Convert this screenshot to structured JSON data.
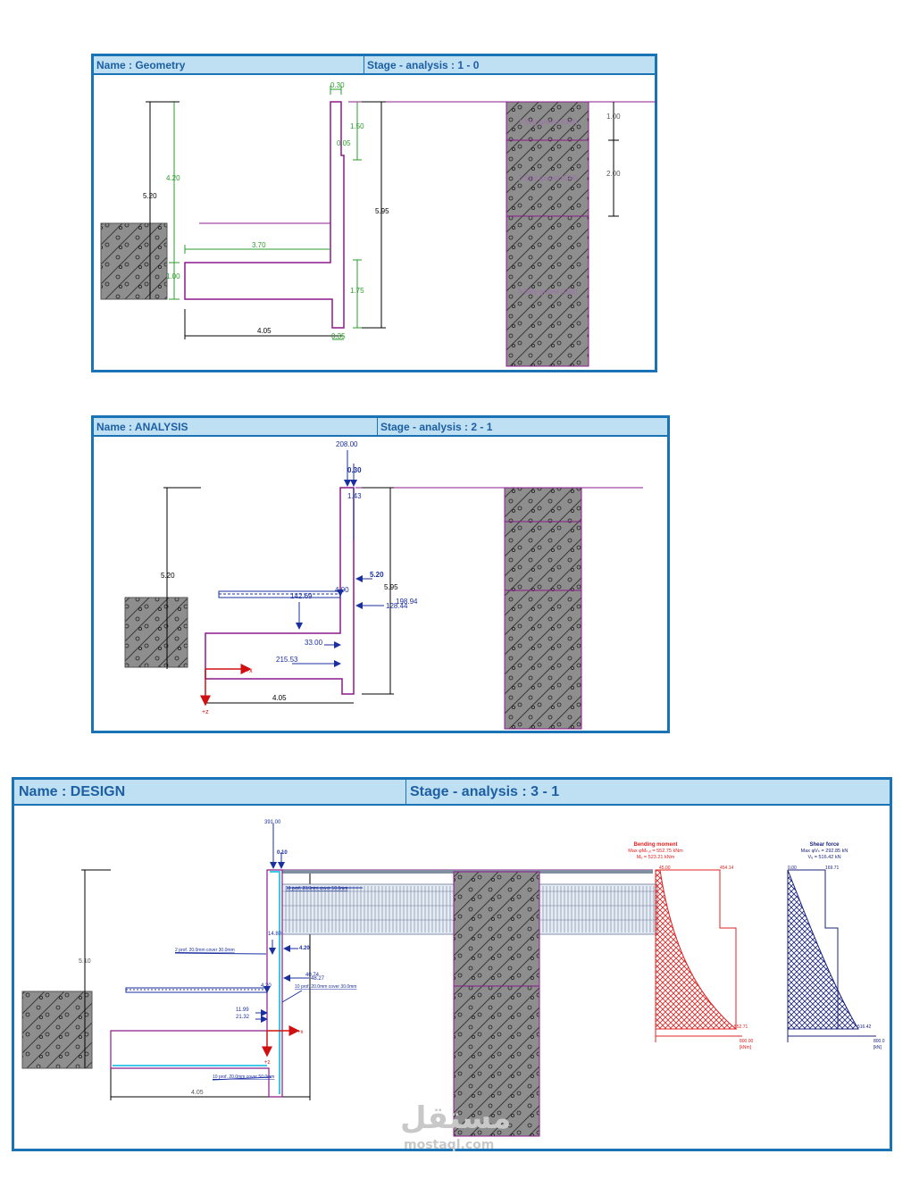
{
  "panels": [
    {
      "name": "Name : Geometry",
      "stage": "Stage - analysis : 1 - 0",
      "dims": {
        "wall_top_width": "0.30",
        "upper_height": "1.50",
        "step": "0.05",
        "height_green": "4.20",
        "height_total": "5.20",
        "height_right": "5.95",
        "heel": "3.70",
        "footing": "1.00",
        "toe_height": "1.75",
        "base": "4.05",
        "toe": "0.35"
      },
      "layers": [
        {
          "thickness": "1.00",
          "label": "1 Silty gravel (GM)"
        },
        {
          "thickness": "2.00",
          "label": "2 Silty gravel (GM)"
        },
        {
          "thickness": "",
          "label": "3 Silty gravel (GM)"
        }
      ]
    },
    {
      "name": "Name : ANALYSIS",
      "stage": "Stage - analysis : 2 - 1",
      "labels": {
        "top_load": "208.00",
        "ecc": "0.30",
        "top_dim": "1.43",
        "height_left": "5.20",
        "load_520": "5.20",
        "height_right": "5.95",
        "force_a": "142.69",
        "ecc2": "4.00",
        "force_b": "128.44",
        "force_c": "198.94",
        "force_d": "33.00",
        "force_e": "215.53",
        "base": "4.05",
        "axis_x": "+x",
        "axis_z": "+z"
      }
    },
    {
      "name": "Name : DESIGN",
      "stage": "Stage - analysis : 3 - 1",
      "labels": {
        "top_load": "391.00",
        "ecc": "0.10",
        "height_left": "5.10",
        "val_1": "14.80",
        "val_2": "4.20",
        "val_3": "4.20",
        "val_4": "40.74",
        "val_5": "48.27",
        "val_6": "11.99",
        "val_7": "21.32",
        "base": "4.05",
        "rebar_top": "10 prof. 20.0mm cover 50.0mm",
        "rebar_1": "2 prof. 20.0mm cover 30.0mm",
        "rebar_2": "10 prof. 20.0mm cover 30.0mm",
        "rebar_3": "10 prof. 20.0mm cover 50.0mm",
        "axis_x": "+x",
        "axis_z": "+z"
      },
      "moment": {
        "title": "Bending moment",
        "line1": "Max φMₙ,ₓ = 552.75 kNm",
        "line2": "Mᵤ = 523.21 kNm",
        "top_left": "45.00",
        "top_right": "454.14",
        "bottom": "552.71",
        "axis_end": "800.00",
        "unit": "[kNm]"
      },
      "shear": {
        "title": "Shear force",
        "line1": "Max φVₙ = 292.85 kN",
        "line2": "Vᵤ = 516.42 kN",
        "top_left": "0.00",
        "top_right": "169.71",
        "bottom": "516.42",
        "axis_end": "800.0",
        "unit": "[kN]"
      }
    }
  ],
  "watermark": {
    "arabic": "مستقل",
    "latin": "mostaql.com"
  },
  "colors": {
    "frame": "#1a73b5",
    "header_bg": "#bfe0f3",
    "wall": "#8b1a8b",
    "dim": "#2a9d2a",
    "load": "#1a2fa0",
    "moment": "#e02020",
    "shear": "#1a237e",
    "axis": "#d01010"
  }
}
